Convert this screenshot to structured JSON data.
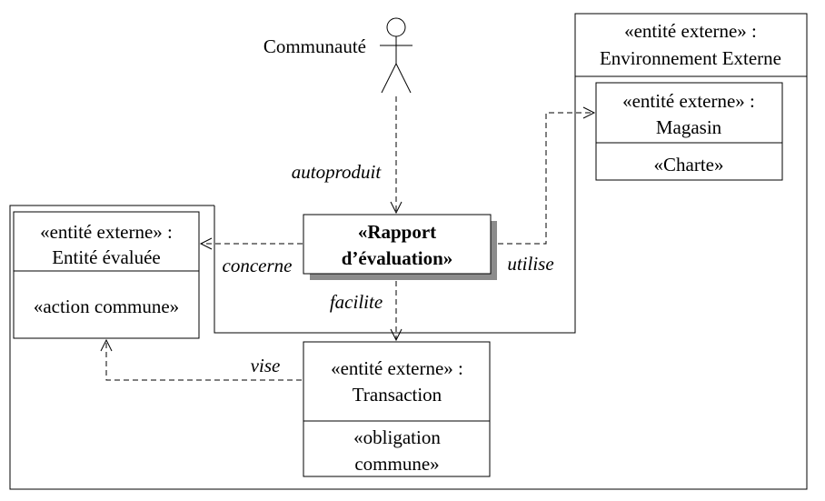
{
  "actor": {
    "name": "Communauté"
  },
  "environment": {
    "stereotype": "«entité externe» :",
    "name": "Environnement Externe"
  },
  "magasin": {
    "stereotype": "«entité externe» :",
    "name": "Magasin",
    "compartment": "«Charte»"
  },
  "entite_evaluee": {
    "stereotype": "«entité externe» :",
    "name": "Entité évaluée",
    "compartment": "«action commune»"
  },
  "rapport": {
    "line1": "«Rapport",
    "line2": "d’évaluation»"
  },
  "transaction": {
    "stereotype": "«entité externe» :",
    "name": "Transaction",
    "compartment_line1": "«obligation",
    "compartment_line2": "commune»"
  },
  "relations": {
    "autoproduit": "autoproduit",
    "concerne": "concerne",
    "utilise": "utilise",
    "facilite": "facilite",
    "vise": "vise"
  }
}
